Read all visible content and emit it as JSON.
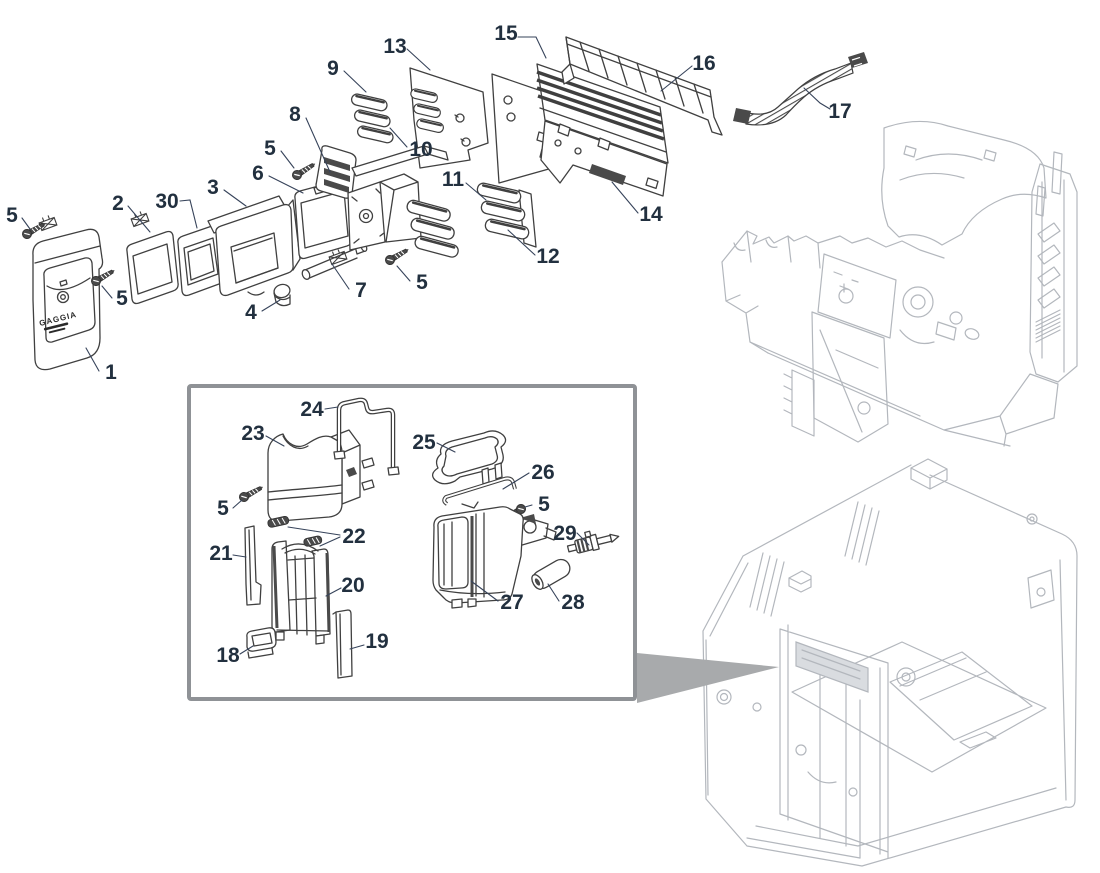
{
  "diagram": {
    "kind": "exploded-parts-diagram",
    "brand_logo": "GAGGIA",
    "colors": {
      "part_line": "#404040",
      "chassis_line": "#b3b7bd",
      "label_text": "#22303f",
      "inset_border": "#8f9296",
      "wedge": "#a8aaac",
      "background": "#ffffff"
    },
    "labels": {
      "l1": "1",
      "l2": "2",
      "l3": "3",
      "l4": "4",
      "l5a": "5",
      "l5b": "5",
      "l5c": "5",
      "l5d": "5",
      "l5e": "5",
      "l5f": "5",
      "l6": "6",
      "l7": "7",
      "l8": "8",
      "l9": "9",
      "l10": "10",
      "l11": "11",
      "l12": "12",
      "l13": "13",
      "l14": "14",
      "l15": "15",
      "l16": "16",
      "l17": "17",
      "l18": "18",
      "l19": "19",
      "l20": "20",
      "l21": "21",
      "l22": "22",
      "l23": "23",
      "l24": "24",
      "l25": "25",
      "l26": "26",
      "l27": "27",
      "l28": "28",
      "l29": "29",
      "l30": "30"
    }
  }
}
